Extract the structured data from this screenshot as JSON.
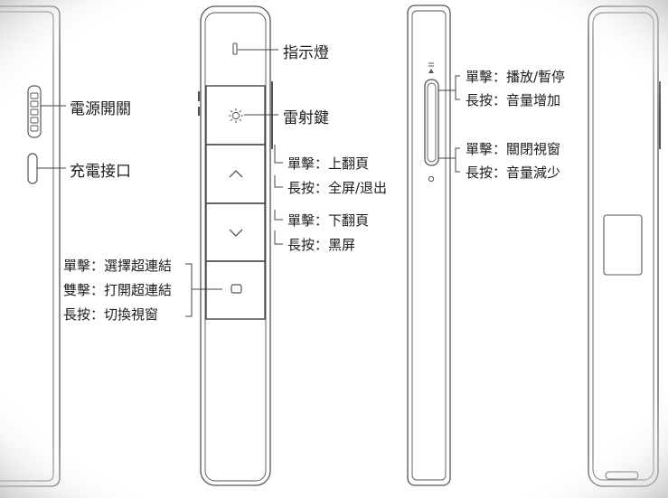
{
  "left_view": {
    "power_switch": "電源開關",
    "charge_port": "充電接口"
  },
  "front_view": {
    "indicator": "指示燈",
    "laser_key": "雷射鍵",
    "up_button": {
      "line1": "單擊：上翻頁",
      "line2": "長按：全屏/退出"
    },
    "down_button": {
      "line1": "單擊：下翻頁",
      "line2": "長按：黑屏"
    },
    "square_button": {
      "line1": "單擊：選擇超連結",
      "line2": "雙擊：打開超連結",
      "line3": "長按：切換視窗"
    }
  },
  "right_view": {
    "volume_up": {
      "line1": "單擊：播放/暫停",
      "line2": "長按：音量增加"
    },
    "volume_down": {
      "line1": "單擊：關閉視窗",
      "line2": "長按：音量減少"
    }
  }
}
